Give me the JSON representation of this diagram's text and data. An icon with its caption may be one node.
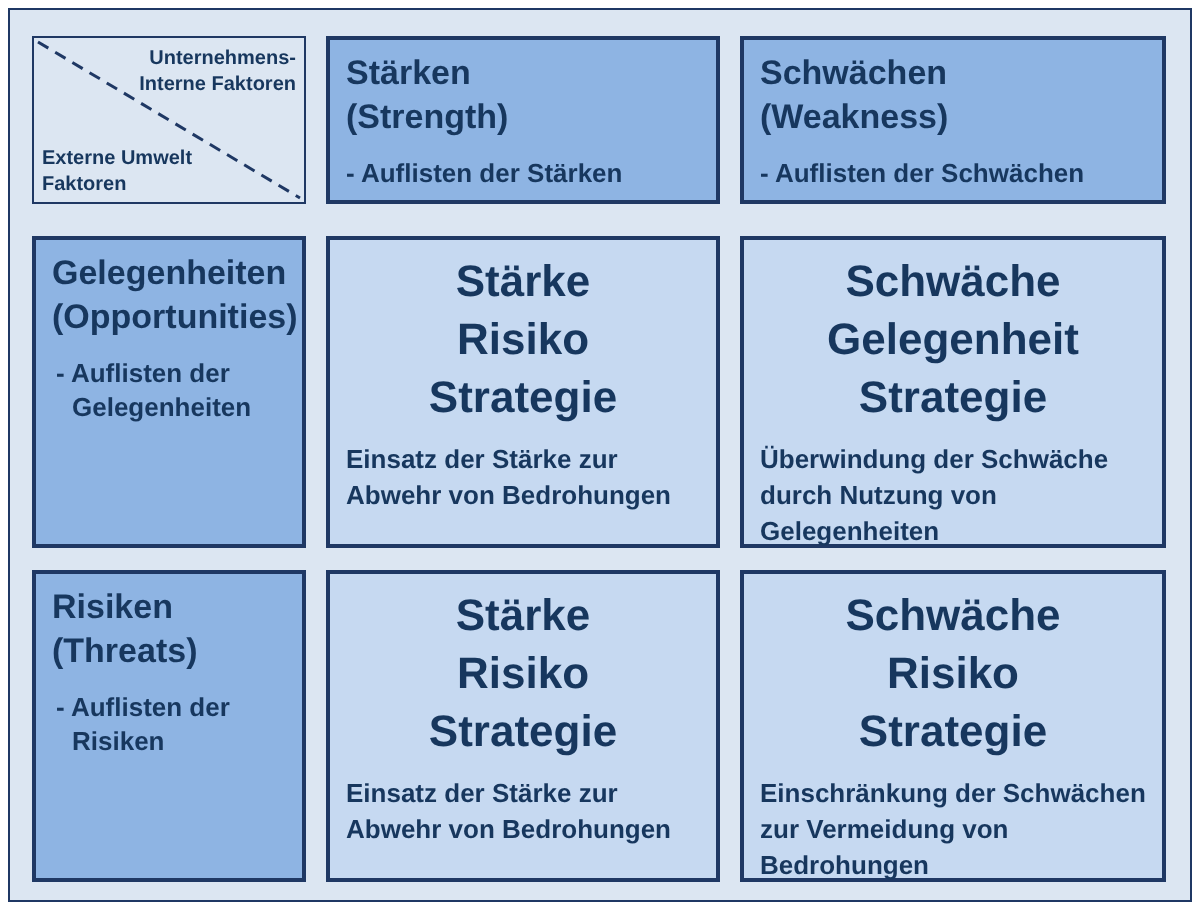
{
  "diagram": {
    "nodes": [
      {
        "text": [
          "Unternehmens-Interne Faktoren",
          "Externe Umwelt Faktoren"
        ]
      },
      {
        "text": [
          "Stärken (Strength)",
          "- Auflisten der Stärken"
        ]
      },
      {
        "text": [
          "Schwächen (Weakness)",
          "- Auflisten der Schwächen"
        ]
      },
      {
        "text": [
          "Gelegenheiten (Opportunities)",
          "- Auflisten der Gelegenheiten"
        ]
      },
      {
        "text": [
          "Stärke Risiko Strategie",
          "Einsatz der Stärke zur Abwehr von Bedrohungen"
        ]
      },
      {
        "text": [
          "Schwäche Gelegenheit Strategie",
          "Überwindung der Schwäche durch Nutzung von Gelegenheiten"
        ]
      },
      {
        "text": [
          "Risiken (Threats)",
          "- Auflisten der Risiken"
        ]
      },
      {
        "text": [
          "Stärke Risiko Strategie",
          "Einsatz der Stärke zur Abwehr von Bedrohungen"
        ]
      },
      {
        "text": [
          "Schwäche Risiko Strategie",
          "Einschränkung der Schwächen zur Vermeidung von Bedrohungen"
        ]
      }
    ]
  }
}
